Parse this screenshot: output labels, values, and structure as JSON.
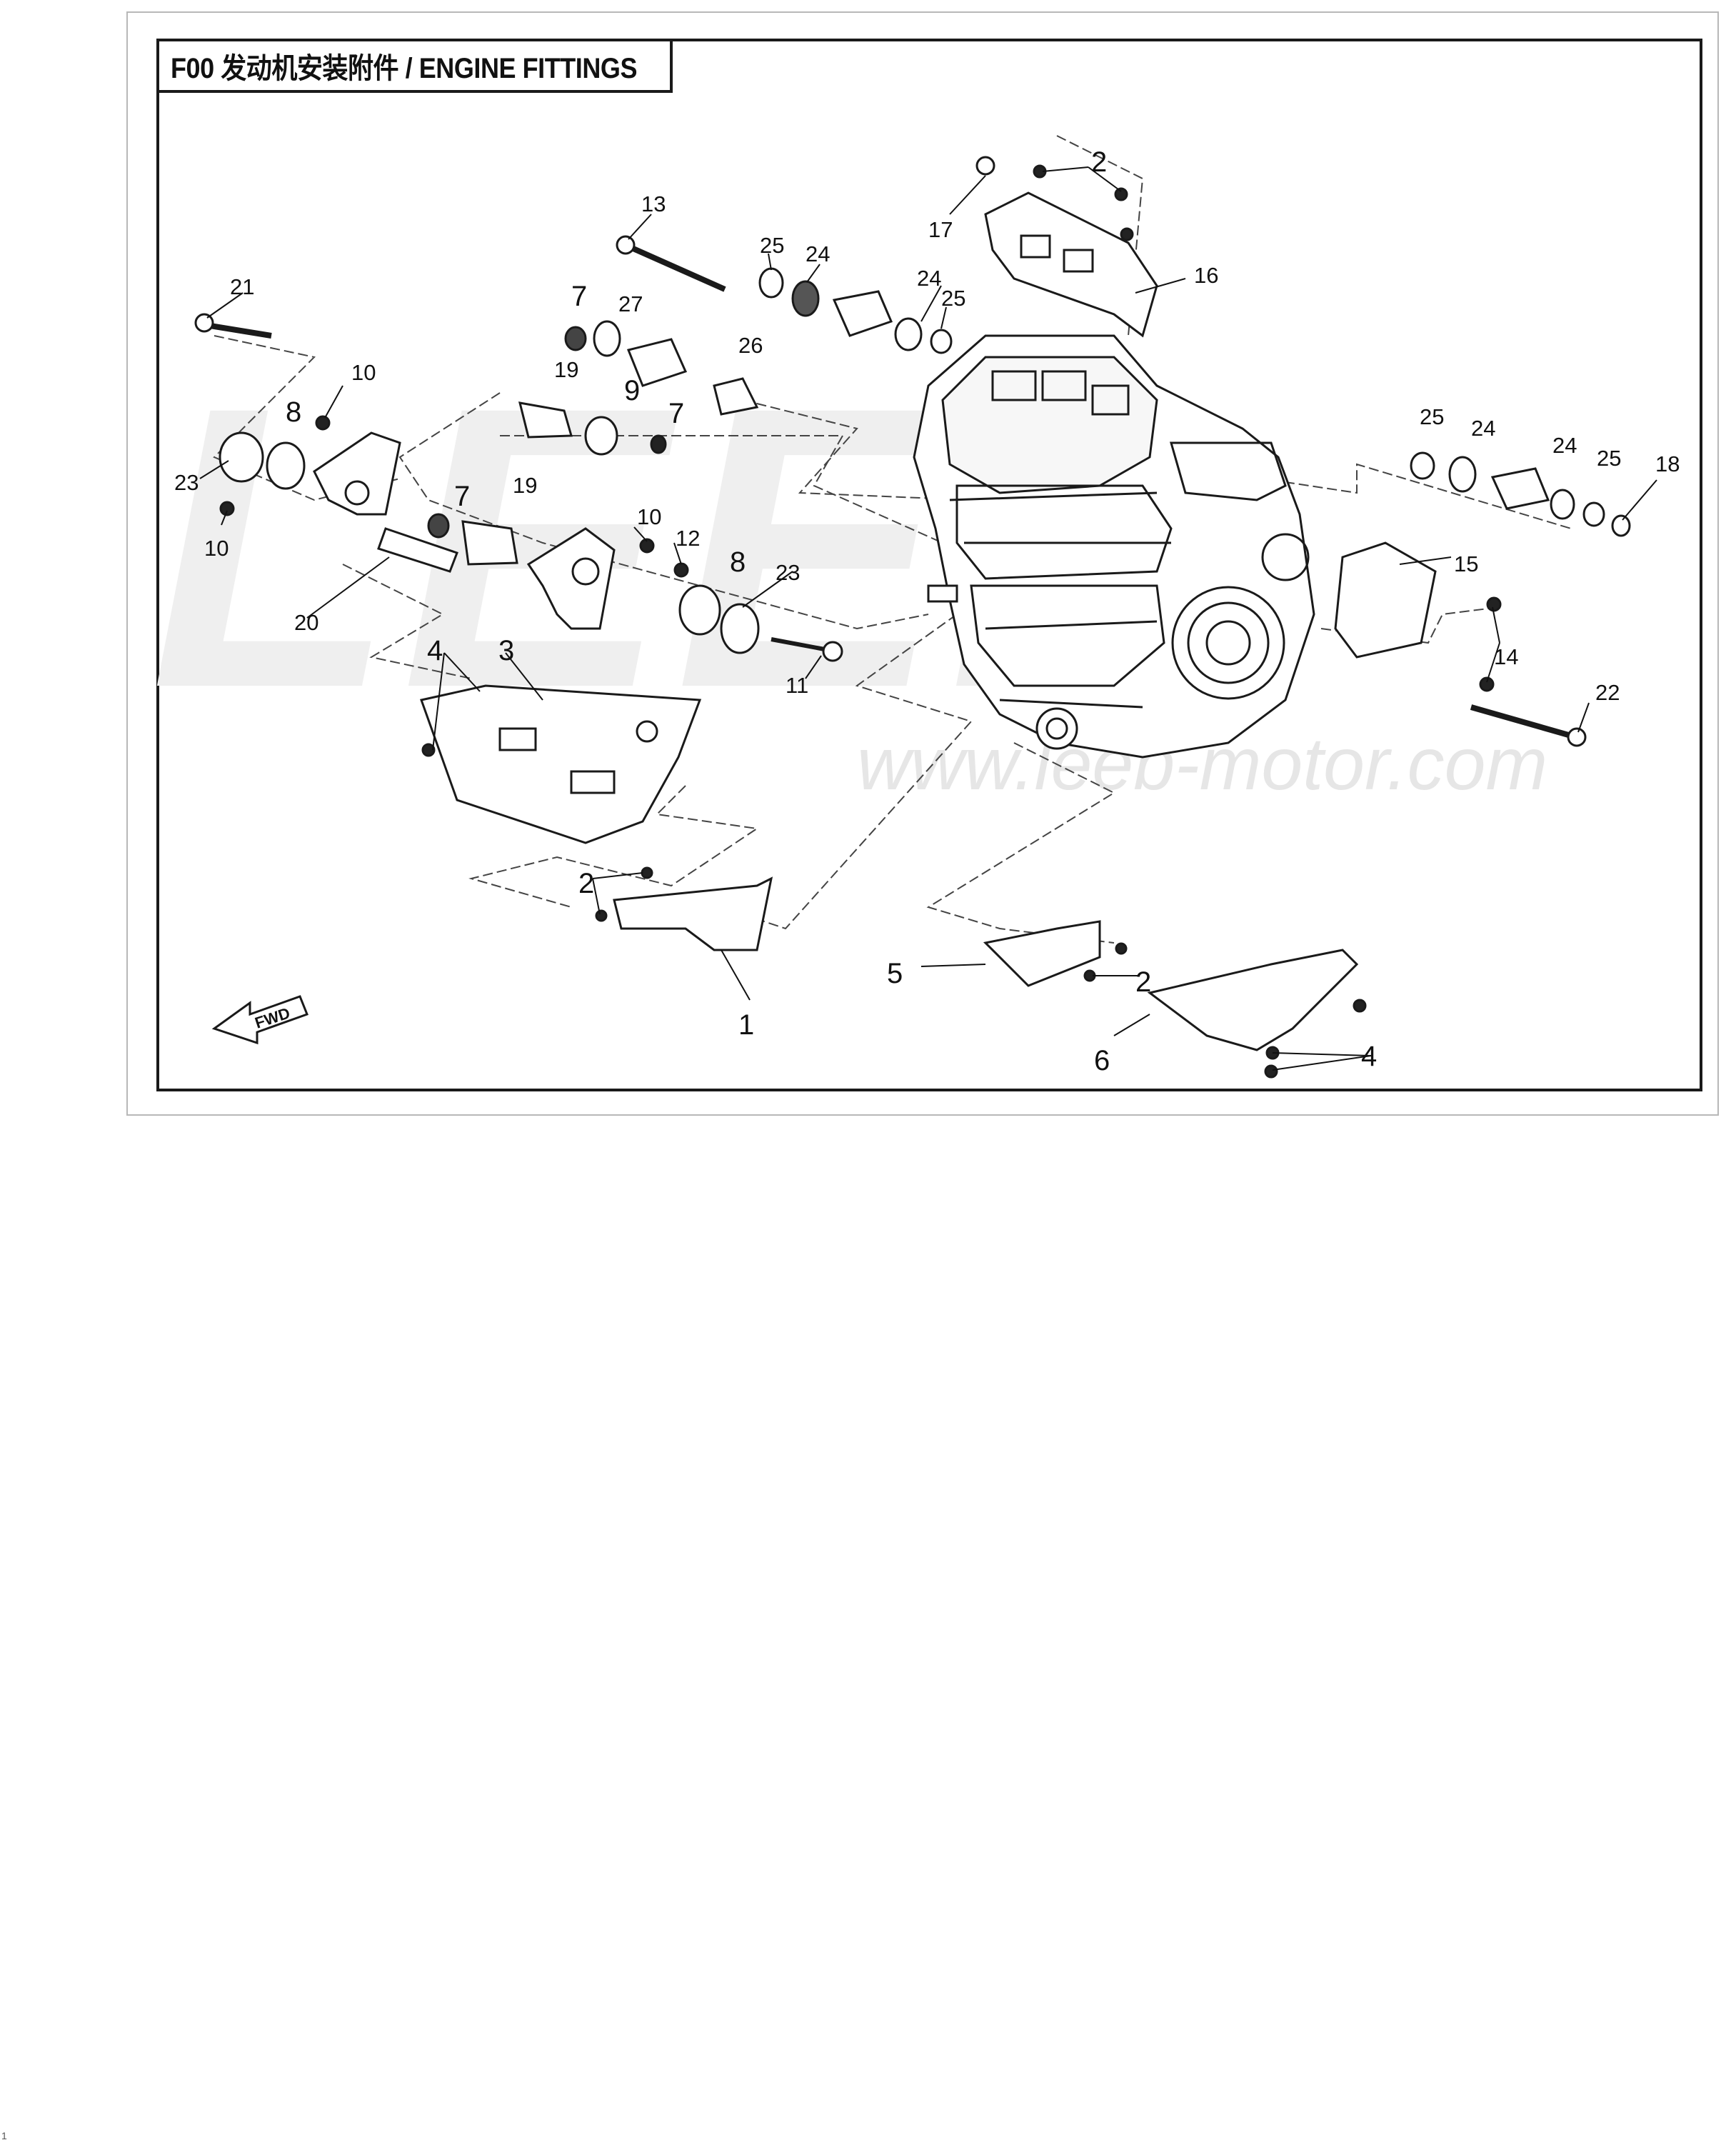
{
  "title": "F00 发动机安装附件 / ENGINE FITTINGS",
  "watermark": {
    "logo_text": "LEEB",
    "url_text": "www.leeb-motor.com"
  },
  "fwd_arrow_label": "FWD",
  "callouts": {
    "c1": "1",
    "c2a": "2",
    "c2b": "2",
    "c2c": "2",
    "c3": "3",
    "c4a": "4",
    "c4b": "4",
    "c5": "5",
    "c6": "6",
    "c7a": "7",
    "c7b": "7",
    "c7c": "7",
    "c8a": "8",
    "c8b": "8",
    "c9": "9",
    "c10a": "10",
    "c10b": "10",
    "c10c": "10",
    "c11": "11",
    "c12": "12",
    "c13": "13",
    "c14": "14",
    "c15": "15",
    "c16": "16",
    "c17": "17",
    "c18": "18",
    "c19a": "19",
    "c19b": "19",
    "c20": "20",
    "c21": "21",
    "c22": "22",
    "c23a": "23",
    "c23b": "23",
    "c24a": "24",
    "c24b": "24",
    "c24c": "24",
    "c24d": "24",
    "c25a": "25",
    "c25b": "25",
    "c25c": "25",
    "c25d": "25",
    "c26": "26",
    "c27": "27"
  },
  "page_number": "1",
  "colors": {
    "frame": "#1a1a1a",
    "outer_frame": "#b8b8b8",
    "line": "#222222",
    "watermark": "#ececec"
  }
}
